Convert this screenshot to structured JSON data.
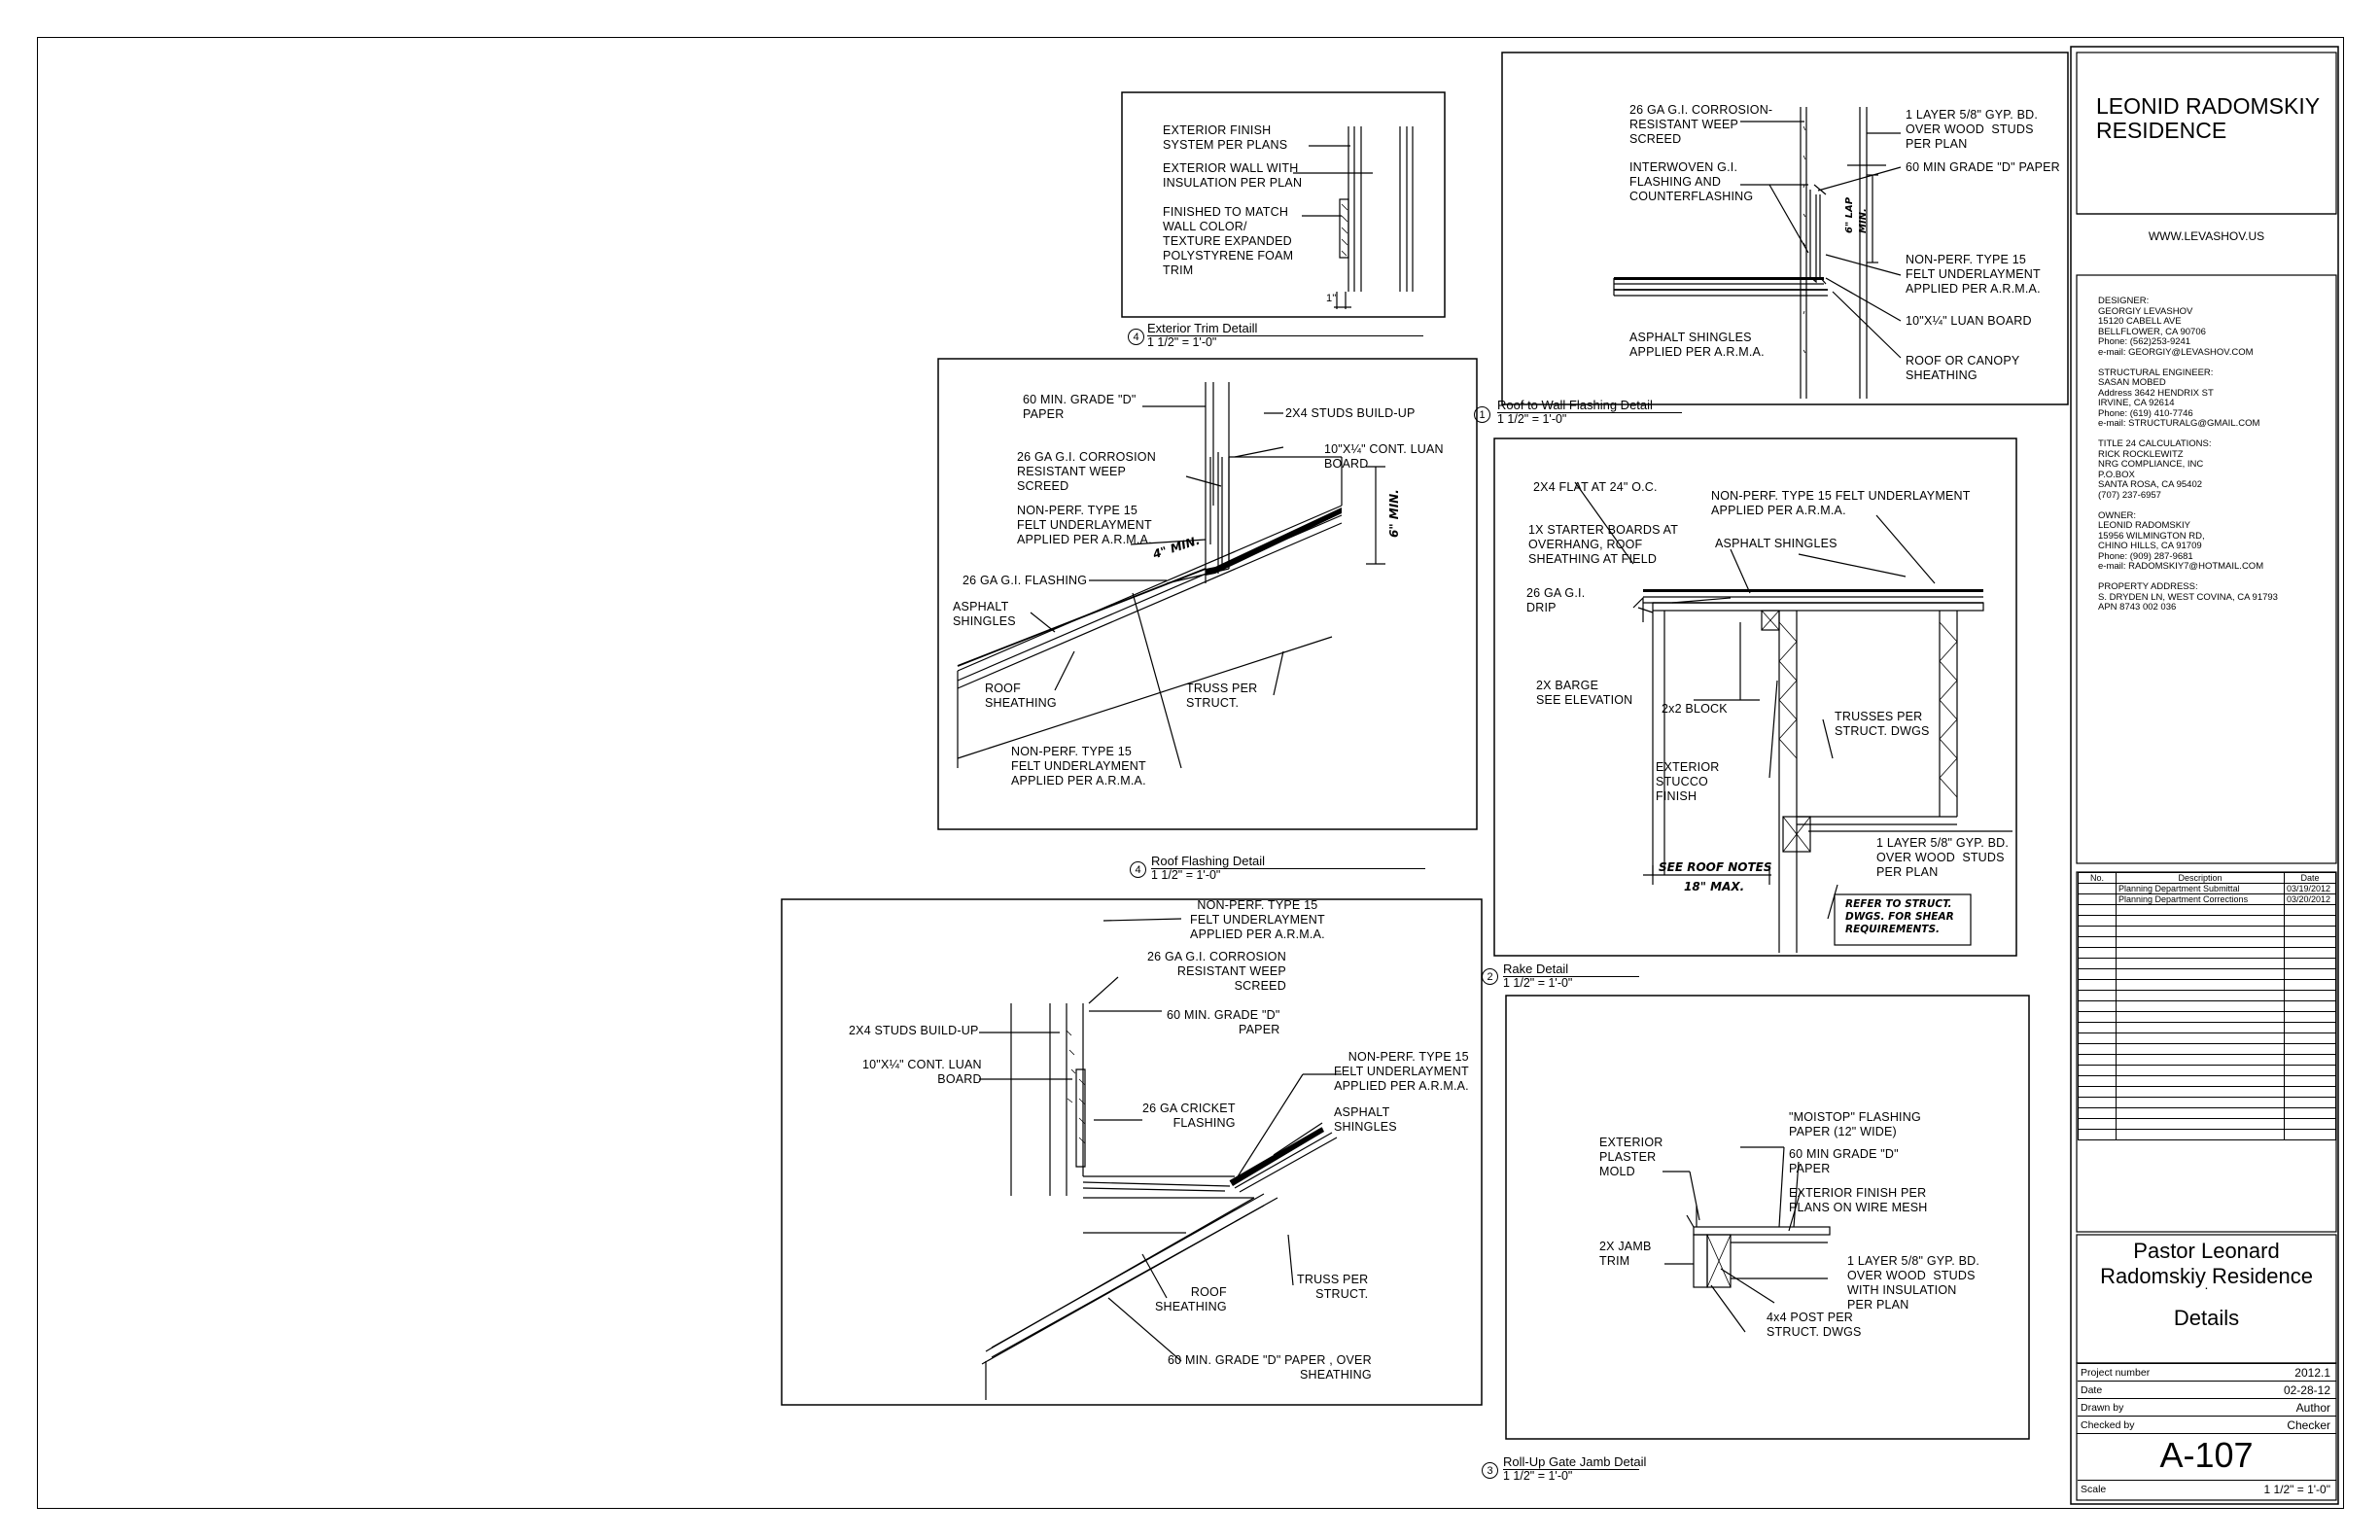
{
  "titleblock": {
    "project_name": "LEONID RADOMSKIY\nRESIDENCE",
    "website": "WWW.LEVASHOV.US",
    "contacts": "DESIGNER:\nGEORGIY LEVASHOV\n15120 CABELL AVE\nBELLFLOWER, CA 90706\nPhone: (562)253-9241\ne-mail: GEORGIY@LEVASHOV.COM\n\nSTRUCTURAL ENGINEER:\nSASAN MOBED\nAddress 3642 HENDRIX ST\nIRVINE, CA 92614\nPhone: (619) 410-7746\ne-mail: STRUCTURALG@GMAIL.COM\n\nTITLE 24 CALCULATIONS:\nRICK ROCKLEWITZ\nNRG COMPLIANCE, INC\nP.O.BOX\nSANTA ROSA, CA 95402\n(707) 237-6957\n\nOWNER:\nLEONID RADOMSKIY\n15956 WILMINGTON RD,\nCHINO HILLS, CA 91709\nPhone: (909) 287-9681\ne-mail: RADOMSKIY7@HOTMAIL.COM\n\nPROPERTY ADDRESS:\nS. DRYDEN LN, WEST COVINA, CA 91793\nAPN 8743 002 036",
    "revisions": {
      "headers": [
        "No.",
        "Description",
        "Date"
      ],
      "rows": [
        [
          "",
          "Planning Department Submittal",
          "03/19/2012"
        ],
        [
          "",
          "Planning Department Corrections",
          "03/20/2012"
        ]
      ]
    },
    "client_title": "Pastor Leonard\nRadomskiy Residence",
    "dot": ".",
    "sheet_title": "Details",
    "info": [
      {
        "key": "Project number",
        "value": "2012.1"
      },
      {
        "key": "Date",
        "value": "02-28-12"
      },
      {
        "key": "Drawn by",
        "value": "Author"
      },
      {
        "key": "Checked by",
        "value": "Checker"
      }
    ],
    "sheet_number": "A-107",
    "scale_label": "Scale",
    "scale_value": "1 1/2\" = 1'-0\""
  },
  "details": {
    "exterior_trim": {
      "number": "4",
      "title": "Exterior Trim Detaill",
      "scale": "1 1/2\" = 1'-0\"",
      "labels": [
        "EXTERIOR FINISH\nSYSTEM PER PLANS",
        "EXTERIOR WALL WITH\nINSULATION PER PLAN",
        "FINISHED TO MATCH\nWALL COLOR/\nTEXTURE EXPANDED\nPOLYSTYRENE FOAM\nTRIM",
        "1\""
      ]
    },
    "roof_to_wall": {
      "number": "1",
      "title": "Roof to Wall Flashing Detail",
      "scale": "1 1/2\" = 1'-0\"",
      "labels": [
        "26 GA G.I. CORROSION-\nRESISTANT WEEP\nSCREED",
        "INTERWOVEN G.I.\nFLASHING AND\nCOUNTERFLASHING",
        "ASPHALT SHINGLES\nAPPLIED PER A.R.M.A.",
        "1 LAYER 5/8\" GYP. BD.\nOVER WOOD  STUDS\nPER PLAN",
        "60 MIN GRADE \"D\" PAPER",
        "NON-PERF. TYPE 15\nFELT UNDERLAYMENT\nAPPLIED PER A.R.M.A.",
        "10\"X¼\" LUAN BOARD",
        "ROOF OR CANOPY\nSHEATHING",
        "6\" LAP\nMIN."
      ]
    },
    "roof_flashing": {
      "number": "4",
      "title": "Roof Flashing Detail",
      "scale": "1 1/2\" = 1'-0\"",
      "labels": [
        "60 MIN. GRADE \"D\"\nPAPER",
        "2X4 STUDS BUILD-UP",
        "10\"X¼\" CONT. LUAN\nBOARD",
        "26 GA G.I. CORROSION\nRESISTANT WEEP\nSCREED",
        "NON-PERF. TYPE 15\nFELT UNDERLAYMENT\nAPPLIED PER A.R.M.A.",
        "26 GA G.I. FLASHING",
        "ASPHALT\nSHINGLES",
        "ROOF\nSHEATHING",
        "TRUSS PER\nSTRUCT.",
        "NON-PERF. TYPE 15\nFELT UNDERLAYMENT\nAPPLIED PER A.R.M.A.",
        "4\" MIN.",
        "6\" MIN."
      ]
    },
    "rake": {
      "number": "2",
      "title": "Rake Detail",
      "scale": "1 1/2\" = 1'-0\"",
      "labels": [
        "2X4 FLAT AT 24\" O.C.",
        "NON-PERF. TYPE 15 FELT UNDERLAYMENT\nAPPLIED PER A.R.M.A.",
        "1X STARTER BOARDS AT\nOVERHANG, ROOF\nSHEATHING AT FIELD",
        "ASPHALT SHINGLES",
        "26 GA G.I.\nDRIP",
        "2X BARGE\nSEE ELEVATION",
        "2x2 BLOCK",
        "TRUSSES PER\nSTRUCT. DWGS",
        "EXTERIOR\nSTUCCO\nFINISH",
        "1 LAYER 5/8\" GYP. BD.\nOVER WOOD  STUDS\nPER PLAN",
        "SEE ROOF NOTES",
        "18\" MAX.",
        "REFER TO STRUCT.\nDWGS. FOR SHEAR\nREQUIREMENTS."
      ]
    },
    "cricket": {
      "labels": [
        "NON-PERF. TYPE 15\nFELT UNDERLAYMENT\nAPPLIED PER A.R.M.A.",
        "26 GA G.I. CORROSION\nRESISTANT WEEP\nSCREED",
        "60 MIN. GRADE \"D\"\nPAPER",
        "2X4 STUDS BUILD-UP",
        "10\"X¼\" CONT. LUAN\nBOARD",
        "26 GA CRICKET\nFLASHING",
        "NON-PERF. TYPE 15\nFELT UNDERLAYMENT\nAPPLIED PER A.R.M.A.",
        "ASPHALT\nSHINGLES",
        "ROOF\nSHEATHING",
        "TRUSS PER\nSTRUCT.",
        "60 MIN. GRADE \"D\" PAPER , OVER\nSHEATHING"
      ]
    },
    "rollup_gate": {
      "number": "3",
      "title": "Roll-Up Gate Jamb Detail",
      "scale": "1 1/2\" = 1'-0\"",
      "labels": [
        "EXTERIOR\nPLASTER\nMOLD",
        "\"MOISTOP\" FLASHING\nPAPER (12\" WIDE)",
        "60 MIN GRADE \"D\"\nPAPER",
        "EXTERIOR FINISH PER\nPLANS ON WIRE MESH",
        "2X JAMB\nTRIM",
        "1 LAYER 5/8\" GYP. BD.\nOVER WOOD  STUDS\nWITH INSULATION\nPER PLAN",
        "4x4 POST PER\nSTRUCT. DWGS"
      ]
    }
  }
}
